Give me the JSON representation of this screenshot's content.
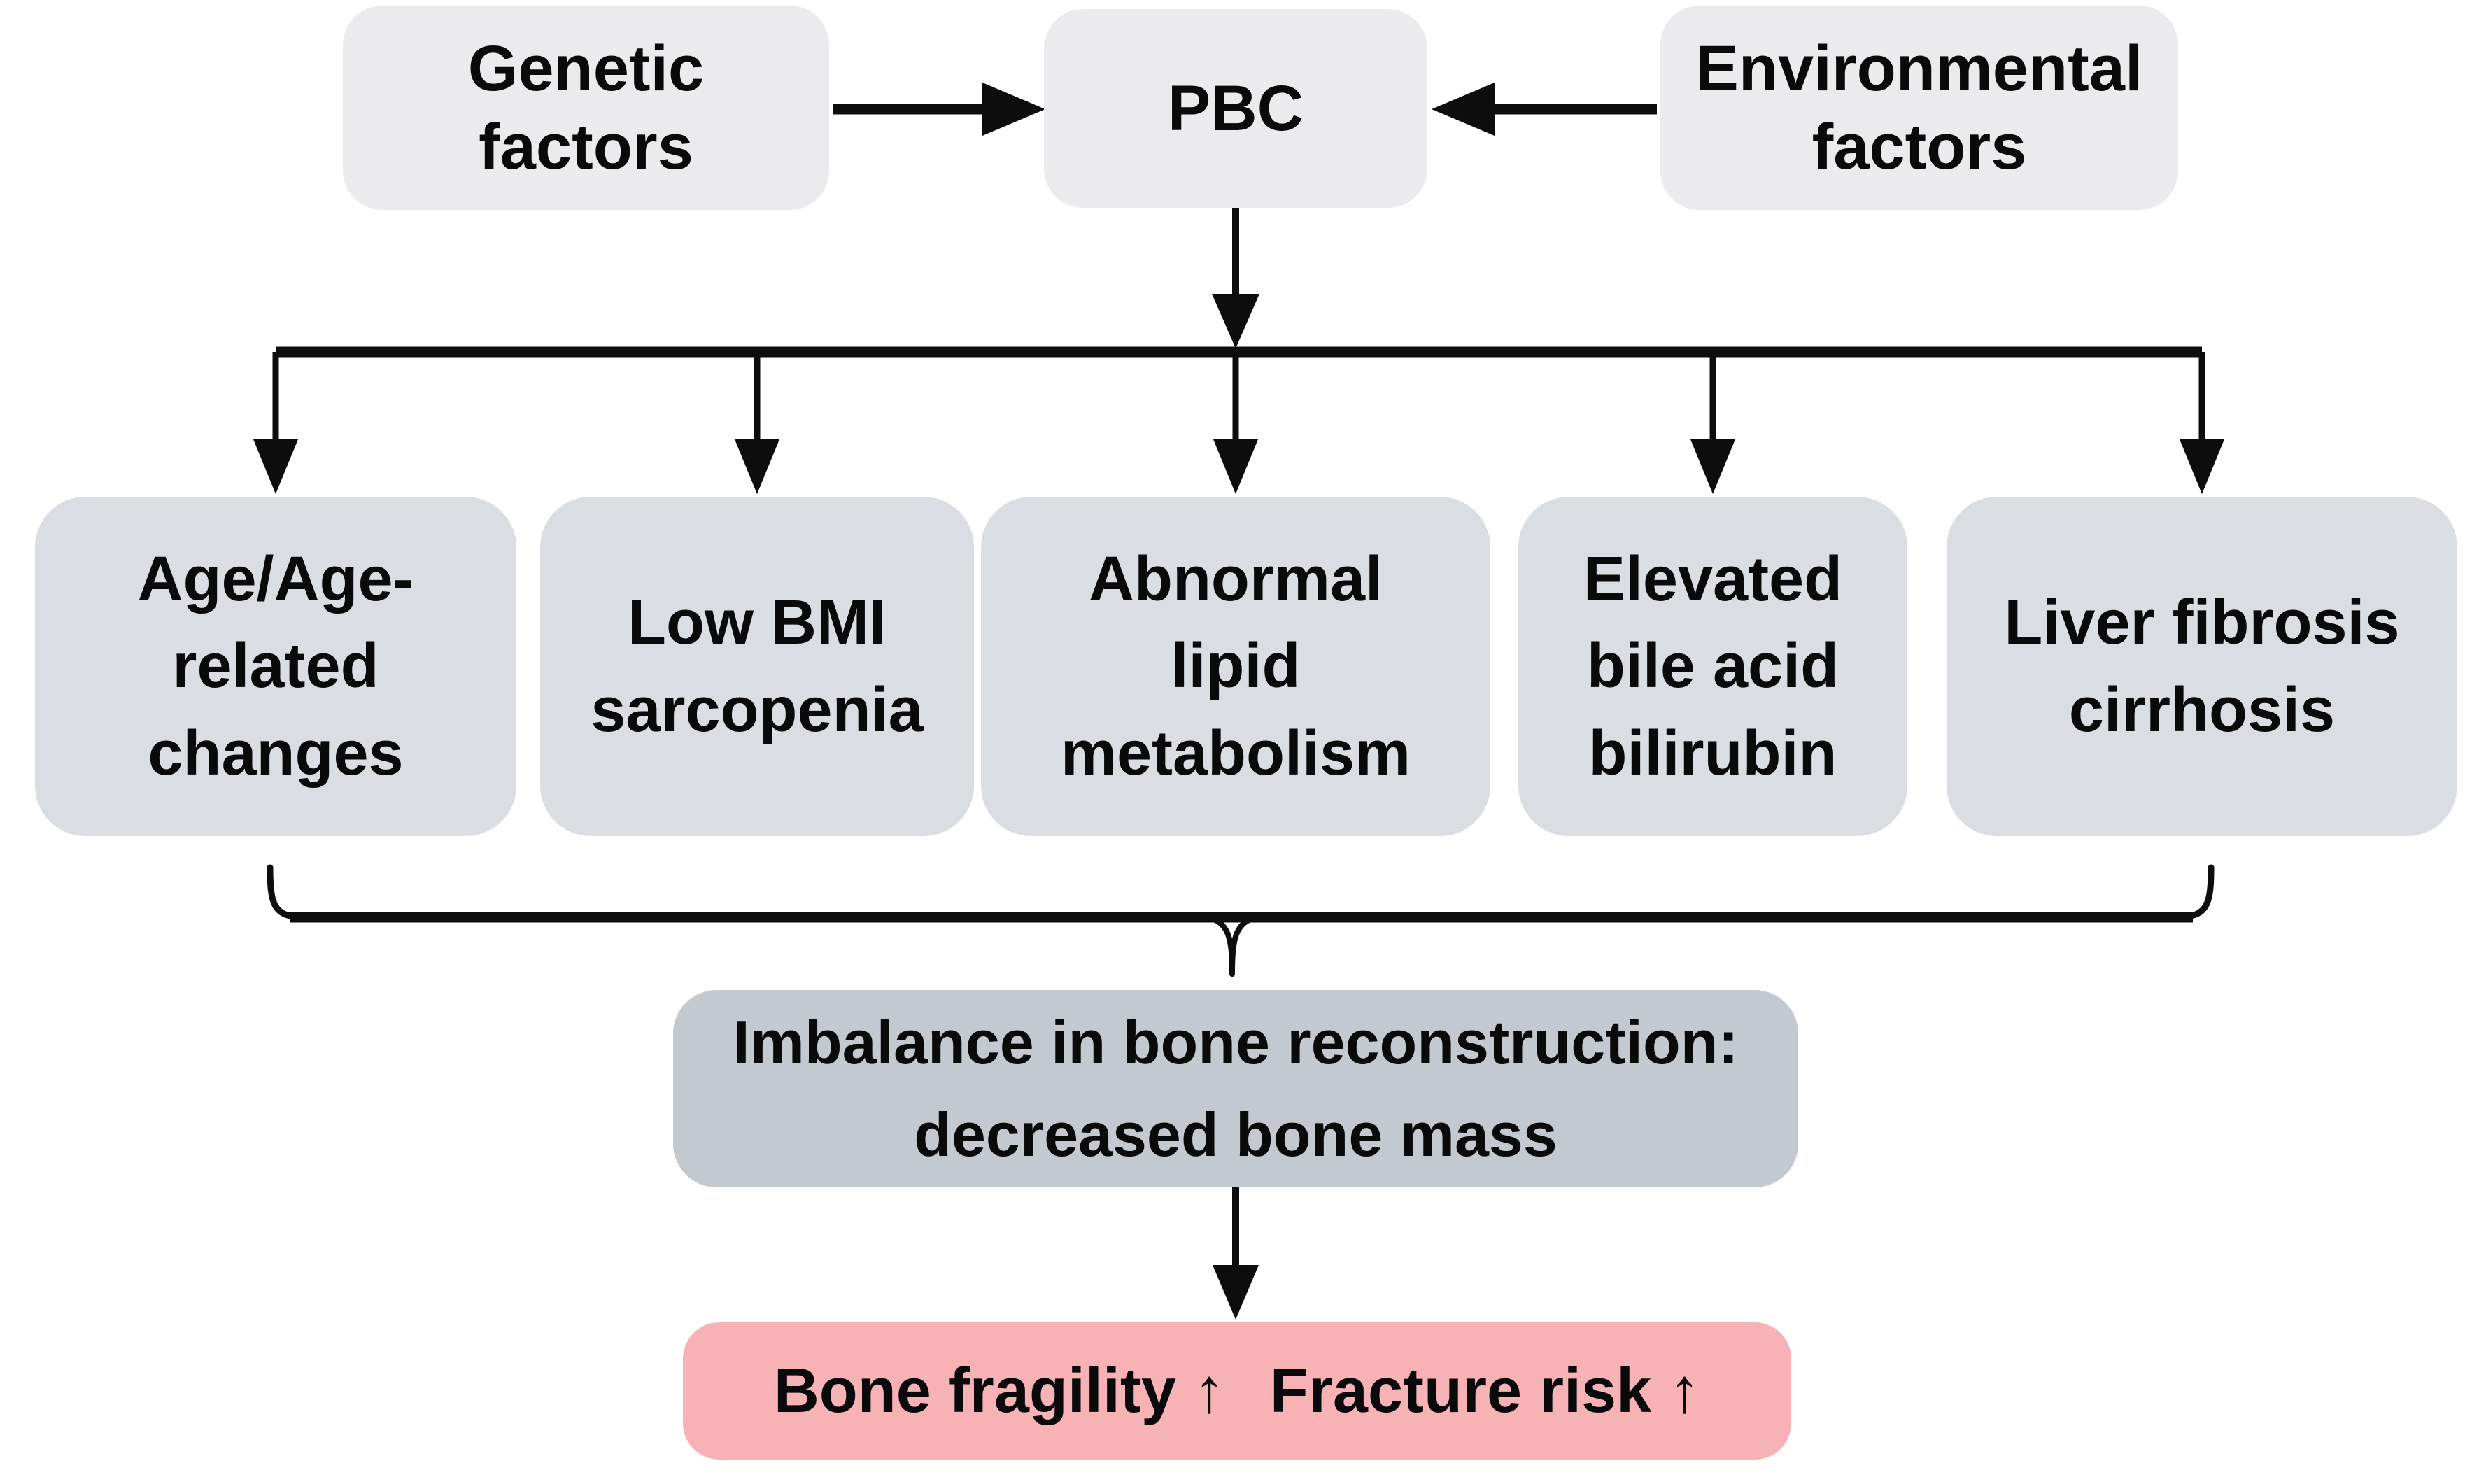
{
  "colors": {
    "background": "#ffffff",
    "line": "#0d0d0d",
    "text": "#0a0a0a",
    "box_top": "#ebebed",
    "box_factor": "#dadde1",
    "box_imbalance": "#c4c9d0",
    "box_outcome": "#f7b2b6"
  },
  "nodes": {
    "genetic": {
      "lines": [
        "Genetic",
        "factors"
      ]
    },
    "pbc": {
      "label": "PBC"
    },
    "environmental": {
      "lines": [
        "Environmental",
        "factors"
      ]
    },
    "factors": [
      {
        "lines": [
          "Age/Age-",
          "related",
          "changes"
        ]
      },
      {
        "lines": [
          "Low BMI",
          "sarcopenia"
        ]
      },
      {
        "lines": [
          "Abnormal",
          "lipid",
          "metabolism"
        ]
      },
      {
        "lines": [
          "Elevated",
          "bile acid",
          "bilirubin"
        ]
      },
      {
        "lines": [
          "Liver fibrosis",
          "cirrhosis"
        ]
      }
    ],
    "imbalance": {
      "lines": [
        "Imbalance in bone reconstruction:",
        "decreased bone mass"
      ]
    },
    "outcome": {
      "fragility": "Bone fragility ↑",
      "fracture": "Fracture risk ↑"
    }
  }
}
